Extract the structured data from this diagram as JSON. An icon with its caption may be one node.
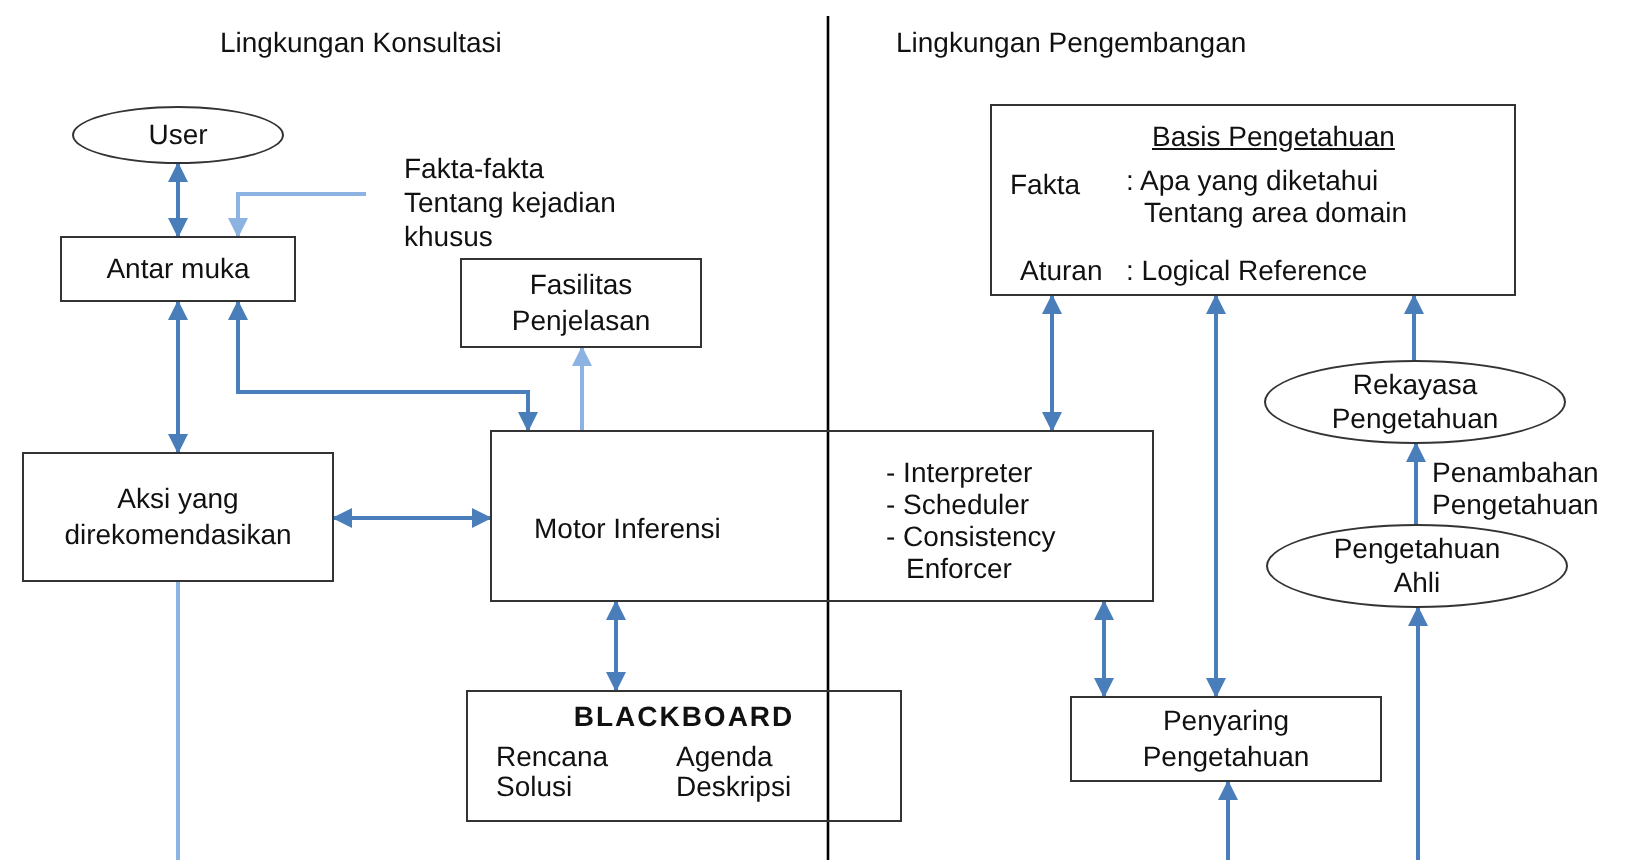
{
  "diagram": {
    "nodes": [
      {
        "text": [
          "User"
        ]
      },
      {
        "text": [
          "Fakta-fakta Tentang kejadian khusus"
        ]
      },
      {
        "text": [
          "Antar muka"
        ]
      },
      {
        "text": [
          "Fasilitas Penjelasan"
        ]
      },
      {
        "text": [
          "Aksi yang direkomendasikan"
        ]
      },
      {
        "text": [
          "Motor Inferensi",
          "- Interpreter",
          "- Scheduler",
          "- Consistency Enforcer"
        ]
      },
      {
        "text": [
          "BLACKBOARD",
          "Rencana Solusi",
          "Agenda Deskripsi"
        ]
      },
      {
        "text": [
          "Basis Pengetahuan",
          "Fakta",
          ": Apa yang diketahui Tentang area domain",
          "Aturan",
          ": Logical Reference"
        ]
      },
      {
        "text": [
          "Rekayasa Pengetahuan"
        ]
      },
      {
        "text": [
          "Pengetahuan Ahli"
        ]
      },
      {
        "text": [
          "Penyaring Pengetahuan"
        ]
      }
    ],
    "edges": [
      {
        "from": 0,
        "to": 2,
        "arrow": "both"
      },
      {
        "from": 1,
        "to": 2,
        "arrow": "to",
        "color": "#8db3e2"
      },
      {
        "from": 2,
        "to": 4,
        "arrow": "both"
      },
      {
        "from": 2,
        "to": 5,
        "arrow": "both"
      },
      {
        "from": 5,
        "to": 3,
        "arrow": "to",
        "color": "#8db3e2"
      },
      {
        "from": 4,
        "to": 5,
        "arrow": "both"
      },
      {
        "from": 5,
        "to": 6,
        "arrow": "both"
      },
      {
        "from": 7,
        "to": 5,
        "arrow": "both"
      },
      {
        "from": 5,
        "to": 10,
        "arrow": "both"
      },
      {
        "from": 7,
        "to": 10,
        "arrow": "both"
      },
      {
        "from": 8,
        "to": 7,
        "arrow": "to"
      },
      {
        "from": 9,
        "to": 8,
        "arrow": "to",
        "label": "Penambahan Pengetahuan"
      },
      {
        "from": null,
        "to": 10,
        "arrow": "to"
      },
      {
        "from": null,
        "to": 9,
        "arrow": "to"
      },
      {
        "from": 4,
        "to": null,
        "arrow": "none",
        "color": "#8db3e2"
      }
    ],
    "labels": [
      "Lingkungan Konsultasi",
      "Lingkungan Pengembangan"
    ]
  }
}
